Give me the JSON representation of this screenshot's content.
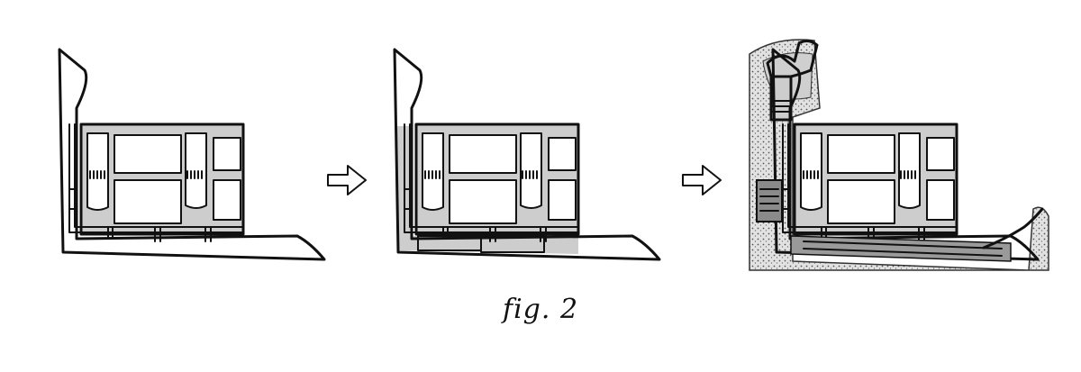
{
  "caption": "fig. 2",
  "colors": {
    "ink": "#111111",
    "fill": "#cdcdcd",
    "texture": "#8a8a8a",
    "background": "#ffffff"
  },
  "panels": [
    {
      "id": "panel-1",
      "stage": 1
    },
    {
      "id": "panel-2",
      "stage": 2
    },
    {
      "id": "panel-3",
      "stage": 3
    }
  ],
  "arrows": [
    {
      "id": "arrow-1",
      "direction": "right"
    },
    {
      "id": "arrow-2",
      "direction": "right"
    }
  ]
}
